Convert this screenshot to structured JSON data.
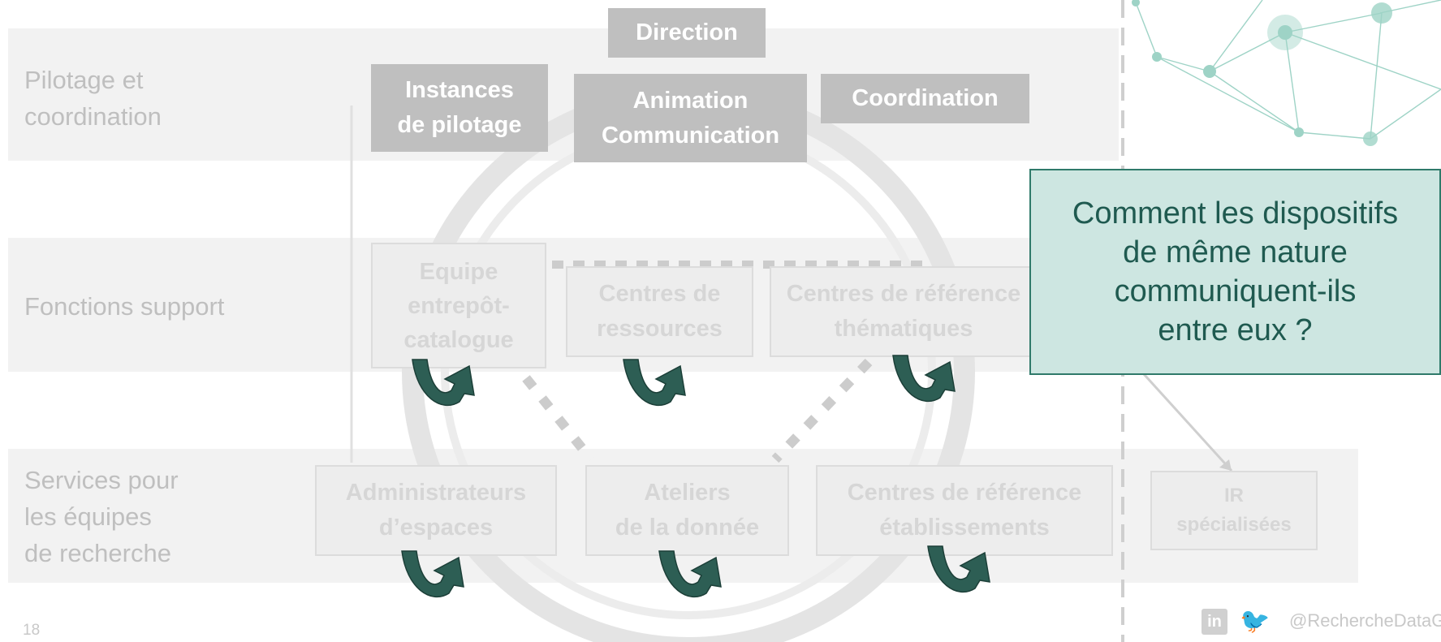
{
  "rows": [
    {
      "label": "Pilotage et\ncoordination"
    },
    {
      "label": "Fonctions support"
    },
    {
      "label": "Services pour\nles équipes\nde recherche"
    }
  ],
  "pilotage_boxes": {
    "direction": "Direction",
    "instances": "Instances\nde pilotage",
    "animation": "Animation\nCommunication",
    "coordination": "Coordination"
  },
  "support_boxes": {
    "equipe": "Equipe\nentrepôt-\ncatalogue",
    "ressources": "Centres de\nressources",
    "thematiques": "Centres de référence\nthématiques"
  },
  "service_boxes": {
    "administrateurs": "Administrateurs\nd’espaces",
    "ateliers": "Ateliers\nde la donnée",
    "etablissements": "Centres de référence\nétablissements",
    "ir": "IR\nspécialisées"
  },
  "callout": "Comment les dispositifs\nde même nature\ncommuniquent-ils\nentre eux ?",
  "footer": {
    "page_number": "18",
    "social_handle": "@RechercheDataGouv"
  },
  "icons": {
    "arrow": "curved-return-arrow-icon",
    "linkedin": "linkedin-icon",
    "twitter": "twitter-icon",
    "network": "network-graphic"
  },
  "colors": {
    "arrow": "#2d5e54",
    "callout_bg": "#cde6e1",
    "callout_border": "#2f7a6a",
    "network": "#9ed3c6"
  }
}
